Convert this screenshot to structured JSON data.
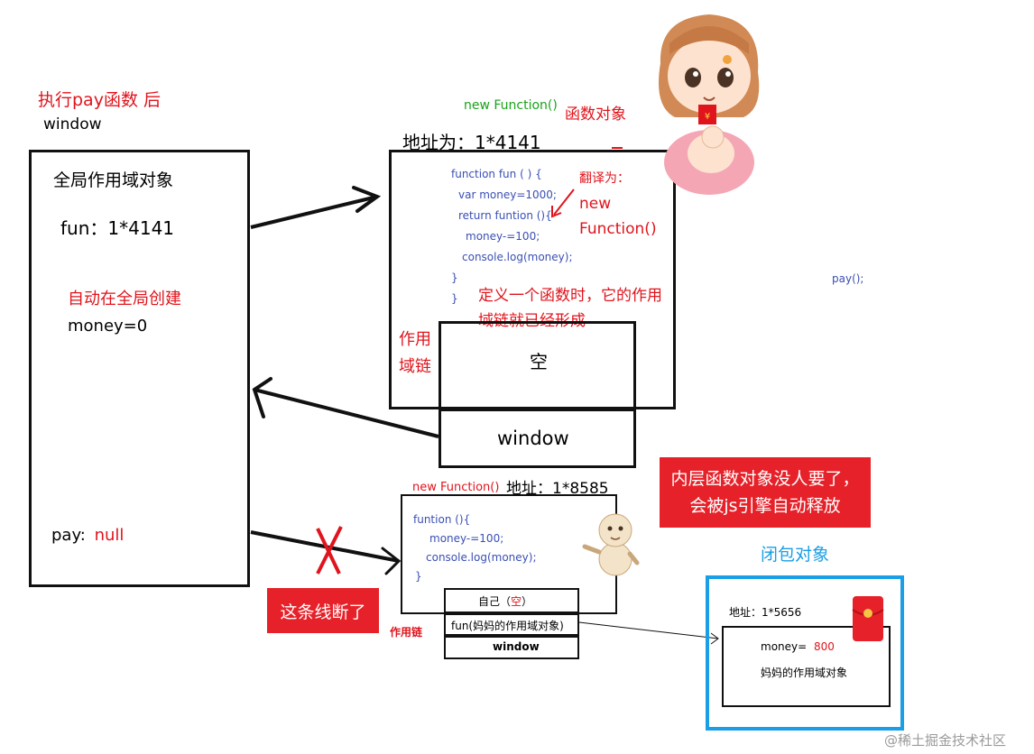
{
  "header": {
    "title": "执行pay函数 后",
    "window_label": "window"
  },
  "global_scope": {
    "title": "全局作用域对象",
    "fun_entry": "fun：1*4141",
    "auto_note": "自动在全局创建",
    "money_entry": "money=0",
    "pay_label": "pay:",
    "pay_value": "null"
  },
  "func_object_top": {
    "new_function": "new Function()",
    "label": "函数对象",
    "address": "地址为：1*4141",
    "code_lines": [
      "function fun  ( )  {",
      "  var money=1000;",
      "  return funtion (){",
      "    money-=100;",
      "   console.log(money);",
      "}",
      "}"
    ],
    "translate_label": "翻译为：",
    "translate_lines": [
      "new",
      "Function()"
    ],
    "scope_note": "定义一个函数时，它的作用域链就已经形成",
    "scope_chain_label": "作用域链",
    "chain_empty": "空",
    "chain_window": "window"
  },
  "pay_call": "pay();",
  "func_object_inner": {
    "new_function": "new Function()",
    "address": "地址：1*8585",
    "code_lines": [
      "funtion (){",
      "    money-=100;",
      "  console.log(money);",
      "}"
    ],
    "chain_self": "自己（",
    "chain_self_empty": "空",
    "chain_self_close": "）",
    "chain_fun": "fun(妈妈的作用域对象)",
    "chain_window": "window",
    "scope_chain_label": "作用链"
  },
  "notes": {
    "broken_line": "这条线断了",
    "released": "内层函数对象没人要了，会被js引擎自动释放"
  },
  "closure": {
    "title": "闭包对象",
    "address": "地址：1*5656",
    "money_label": "money=",
    "money_value": "800",
    "desc": "妈妈的作用域对象"
  },
  "watermark": "@稀土掘金技术社区",
  "colors": {
    "red": "#e0141c",
    "blue_code": "#3a4fb4",
    "green": "#1aa31a",
    "closure_border": "#1a9ee6",
    "closure_title": "#1a9ee6",
    "red_banner": "#e62129"
  },
  "icons": [
    "girl-mascot-icon",
    "baby-mascot-icon",
    "red-envelope-icon",
    "cross-icon"
  ]
}
